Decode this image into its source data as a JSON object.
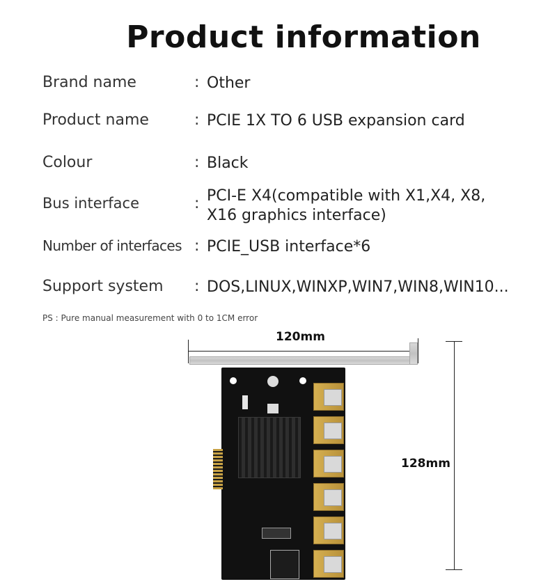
{
  "title": "Product information",
  "specs": [
    {
      "label": "Brand name",
      "colon": ":",
      "value": "Other"
    },
    {
      "label": "Product name",
      "colon": ":",
      "value": "PCIE 1X TO 6 USB expansion card"
    },
    {
      "label": "Colour",
      "colon": ":",
      "value": "Black"
    },
    {
      "label": "Bus interface",
      "colon": ":",
      "value_line1": "PCI-E X4(compatible with X1,X4, X8,",
      "value_line2": "X16 graphics interface)"
    },
    {
      "label": "Number of interfaces",
      "colon": ":",
      "value": "PCIE_USB interface*6"
    },
    {
      "label": "Support system",
      "colon": ":",
      "value": "DOS,LINUX,WINXP,WIN7,WIN8,WIN10..."
    }
  ],
  "note": "PS : Pure manual measurement with 0 to 1CM error",
  "dimensions": {
    "width": "120mm",
    "height": "128mm"
  },
  "colors": {
    "pcb": "#111111",
    "usb_port": "#d6b051",
    "bracket": "#cccccc"
  }
}
